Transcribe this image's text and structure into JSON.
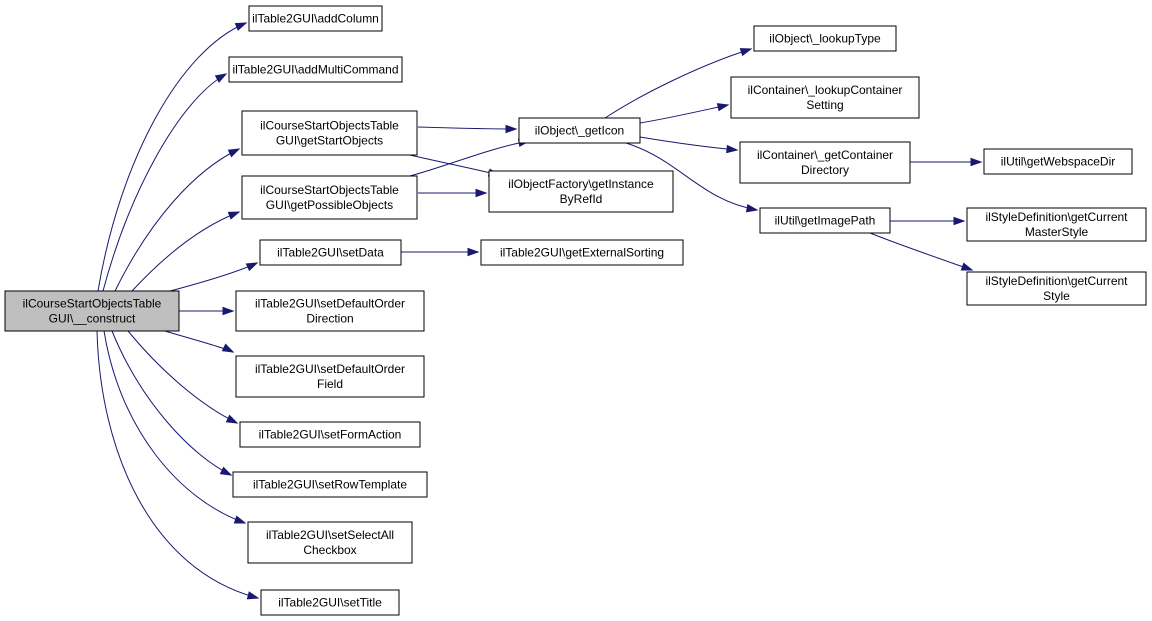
{
  "diagram": {
    "type": "call-graph",
    "edge_color": "#191970",
    "root_fill": "#bfbfbf",
    "nodes": {
      "root": [
        "ilCourseStartObjectsTable",
        "GUI\\__construct"
      ],
      "addColumn": [
        "ilTable2GUI\\addColumn"
      ],
      "addMultiCommand": [
        "ilTable2GUI\\addMultiCommand"
      ],
      "getStartObjects": [
        "ilCourseStartObjectsTable",
        "GUI\\getStartObjects"
      ],
      "getPossibleObjects": [
        "ilCourseStartObjectsTable",
        "GUI\\getPossibleObjects"
      ],
      "setData": [
        "ilTable2GUI\\setData"
      ],
      "setDefaultOrderDirection": [
        "ilTable2GUI\\setDefaultOrder",
        "Direction"
      ],
      "setDefaultOrderField": [
        "ilTable2GUI\\setDefaultOrder",
        "Field"
      ],
      "setFormAction": [
        "ilTable2GUI\\setFormAction"
      ],
      "setRowTemplate": [
        "ilTable2GUI\\setRowTemplate"
      ],
      "setSelectAllCheckbox": [
        "ilTable2GUI\\setSelectAll",
        "Checkbox"
      ],
      "setTitle": [
        "ilTable2GUI\\setTitle"
      ],
      "getIcon": [
        "ilObject\\_getIcon"
      ],
      "getInstanceByRefId": [
        "ilObjectFactory\\getInstance",
        "ByRefId"
      ],
      "getExternalSorting": [
        "ilTable2GUI\\getExternalSorting"
      ],
      "lookupType": [
        "ilObject\\_lookupType"
      ],
      "lookupContainerSetting": [
        "ilContainer\\_lookupContainer",
        "Setting"
      ],
      "getContainerDirectory": [
        "ilContainer\\_getContainer",
        "Directory"
      ],
      "getImagePath": [
        "ilUtil\\getImagePath"
      ],
      "getWebspaceDir": [
        "ilUtil\\getWebspaceDir"
      ],
      "getCurrentMasterStyle": [
        "ilStyleDefinition\\getCurrent",
        "MasterStyle"
      ],
      "getCurrentStyle": [
        "ilStyleDefinition\\getCurrent",
        "Style"
      ]
    },
    "edges": [
      [
        "root",
        "addColumn"
      ],
      [
        "root",
        "addMultiCommand"
      ],
      [
        "root",
        "getStartObjects"
      ],
      [
        "root",
        "getPossibleObjects"
      ],
      [
        "root",
        "setData"
      ],
      [
        "root",
        "setDefaultOrderDirection"
      ],
      [
        "root",
        "setDefaultOrderField"
      ],
      [
        "root",
        "setFormAction"
      ],
      [
        "root",
        "setRowTemplate"
      ],
      [
        "root",
        "setSelectAllCheckbox"
      ],
      [
        "root",
        "setTitle"
      ],
      [
        "getStartObjects",
        "getIcon"
      ],
      [
        "getStartObjects",
        "getInstanceByRefId"
      ],
      [
        "getPossibleObjects",
        "getIcon"
      ],
      [
        "getPossibleObjects",
        "getInstanceByRefId"
      ],
      [
        "setData",
        "getExternalSorting"
      ],
      [
        "getIcon",
        "lookupType"
      ],
      [
        "getIcon",
        "lookupContainerSetting"
      ],
      [
        "getIcon",
        "getContainerDirectory"
      ],
      [
        "getIcon",
        "getImagePath"
      ],
      [
        "getContainerDirectory",
        "getWebspaceDir"
      ],
      [
        "getImagePath",
        "getCurrentMasterStyle"
      ],
      [
        "getImagePath",
        "getCurrentStyle"
      ]
    ]
  }
}
